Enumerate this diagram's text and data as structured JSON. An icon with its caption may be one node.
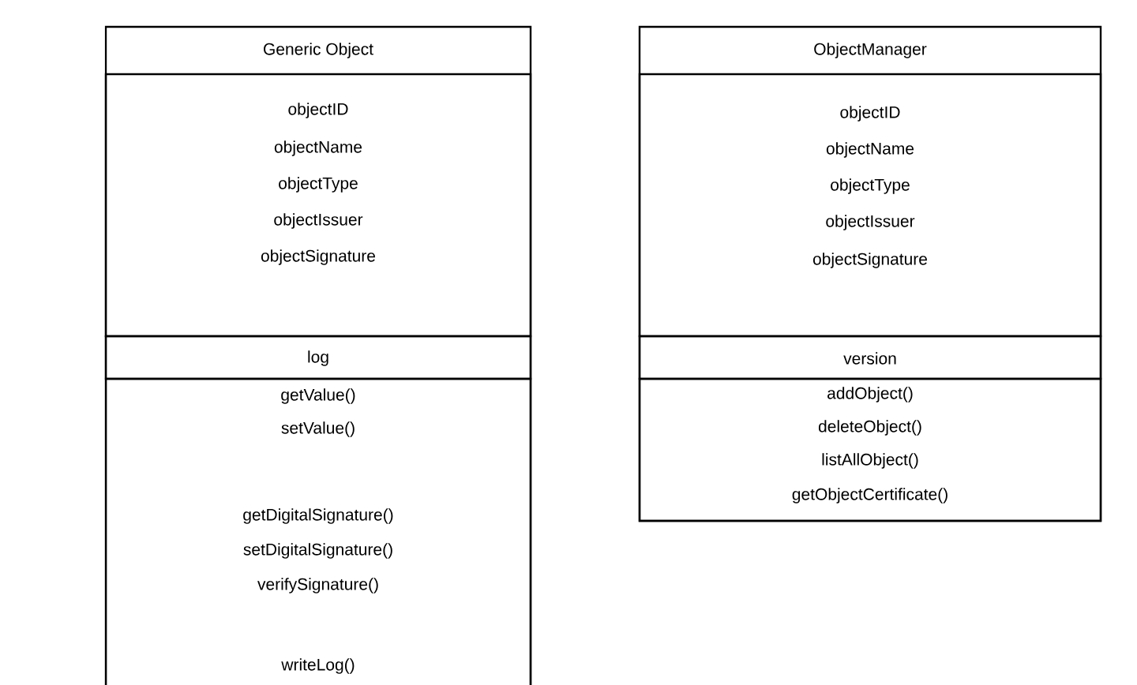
{
  "diagram": {
    "nodes": [
      {
        "text": [
          "Generic Object"
        ]
      },
      {
        "text": [
          "objectID",
          "objectName",
          "objectType",
          "objectIssuer",
          "objectSignature"
        ],
        "in": 0
      },
      {
        "text": [
          "log"
        ],
        "in": 0
      },
      {
        "text": [
          "getValue()",
          "setValue()",
          "getDigitalSignature()",
          "setDigitalSignature()",
          "verifySignature()",
          "writeLog()"
        ],
        "in": 0
      },
      {
        "text": [
          "ObjectManager"
        ]
      },
      {
        "text": [
          "objectID",
          "objectName",
          "objectType",
          "objectIssuer",
          "objectSignature"
        ],
        "in": 4
      },
      {
        "text": [
          "version"
        ],
        "in": 4
      },
      {
        "text": [
          "addObject()",
          "deleteObject()",
          "listAllObject()",
          "getObjectCertificate()"
        ],
        "in": 4
      }
    ],
    "edges": []
  }
}
